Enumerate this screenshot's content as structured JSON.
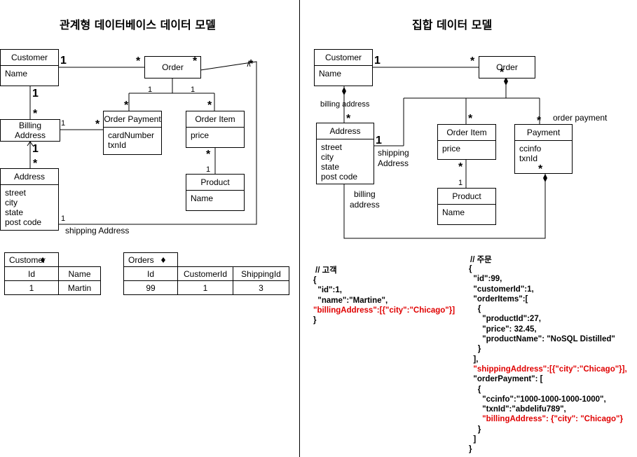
{
  "titles": {
    "left": "관계형 데이터베이스 데이터 모델",
    "right": "집합 데이터 모델"
  },
  "left": {
    "customer": {
      "name": "Customer",
      "attrs": [
        "Name"
      ]
    },
    "order": {
      "name": "Order"
    },
    "billing": {
      "line1": "Billing",
      "line2": "Address"
    },
    "order_payment": {
      "name": "Order Payment",
      "attrs": [
        "cardNumber",
        "txnId"
      ]
    },
    "order_item": {
      "name": "Order Item",
      "attrs": [
        "price"
      ]
    },
    "product": {
      "name": "Product",
      "attrs": [
        "Name"
      ]
    },
    "address": {
      "name": "Address",
      "attrs": [
        "street",
        "city",
        "state",
        "post code"
      ]
    },
    "shipping_label": "shipping Address"
  },
  "right": {
    "customer": {
      "name": "Customer",
      "attrs": [
        "Name"
      ]
    },
    "order": {
      "name": "Order"
    },
    "address": {
      "name": "Address",
      "attrs": [
        "street",
        "city",
        "state",
        "post code"
      ]
    },
    "order_item": {
      "name": "Order Item",
      "attrs": [
        "price"
      ]
    },
    "payment": {
      "name": "Payment",
      "attrs": [
        "ccinfo",
        "txnId"
      ]
    },
    "product": {
      "name": "Product",
      "attrs": [
        "Name"
      ]
    },
    "labels": {
      "billing_top": "billing address",
      "order_payment": "order payment",
      "shipping1": "shipping",
      "shipping2": "Address",
      "billing1": "billing",
      "billing2": "address"
    }
  },
  "mult": {
    "star": "*",
    "one": "1"
  },
  "tables": {
    "customer": {
      "title": "Customer",
      "headers": [
        "Id",
        "Name"
      ],
      "row": [
        "1",
        "Martin"
      ]
    },
    "orders": {
      "title": "Orders",
      "headers": [
        "Id",
        "CustomerId",
        "ShippingId"
      ],
      "row": [
        "99",
        "1",
        "3"
      ]
    }
  },
  "json": {
    "customer_comment": "// 고객",
    "customer_lines": [
      "{",
      "  \"id\":1,",
      "  \"name\":\"Martine\","
    ],
    "customer_red": "\"billingAddress\":[{\"city\":\"Chicago\"}]",
    "customer_end": "}",
    "order_comment": "// 주문",
    "order_lines1": [
      "{",
      "  \"id\":99,",
      "  \"customerId\":1,",
      "  \"orderItems\":[",
      "    {",
      "      \"productId\":27,",
      "      \"price\": 32.45,",
      "      \"productName\": \"NoSQL Distilled\"",
      "    }",
      "  ],"
    ],
    "order_red1": "  \"shippingAddress\":[{\"city\":\"Chicago\"}],",
    "order_lines2": [
      "  \"orderPayment\": [",
      "    {",
      "      \"ccinfo\":\"1000-1000-1000-1000\",",
      "      \"txnId\":\"abdelifu789\","
    ],
    "order_red2": "      \"billingAddress\": {\"city\": \"Chicago\"}",
    "order_lines3": [
      "    }",
      "  ]",
      "}"
    ]
  }
}
